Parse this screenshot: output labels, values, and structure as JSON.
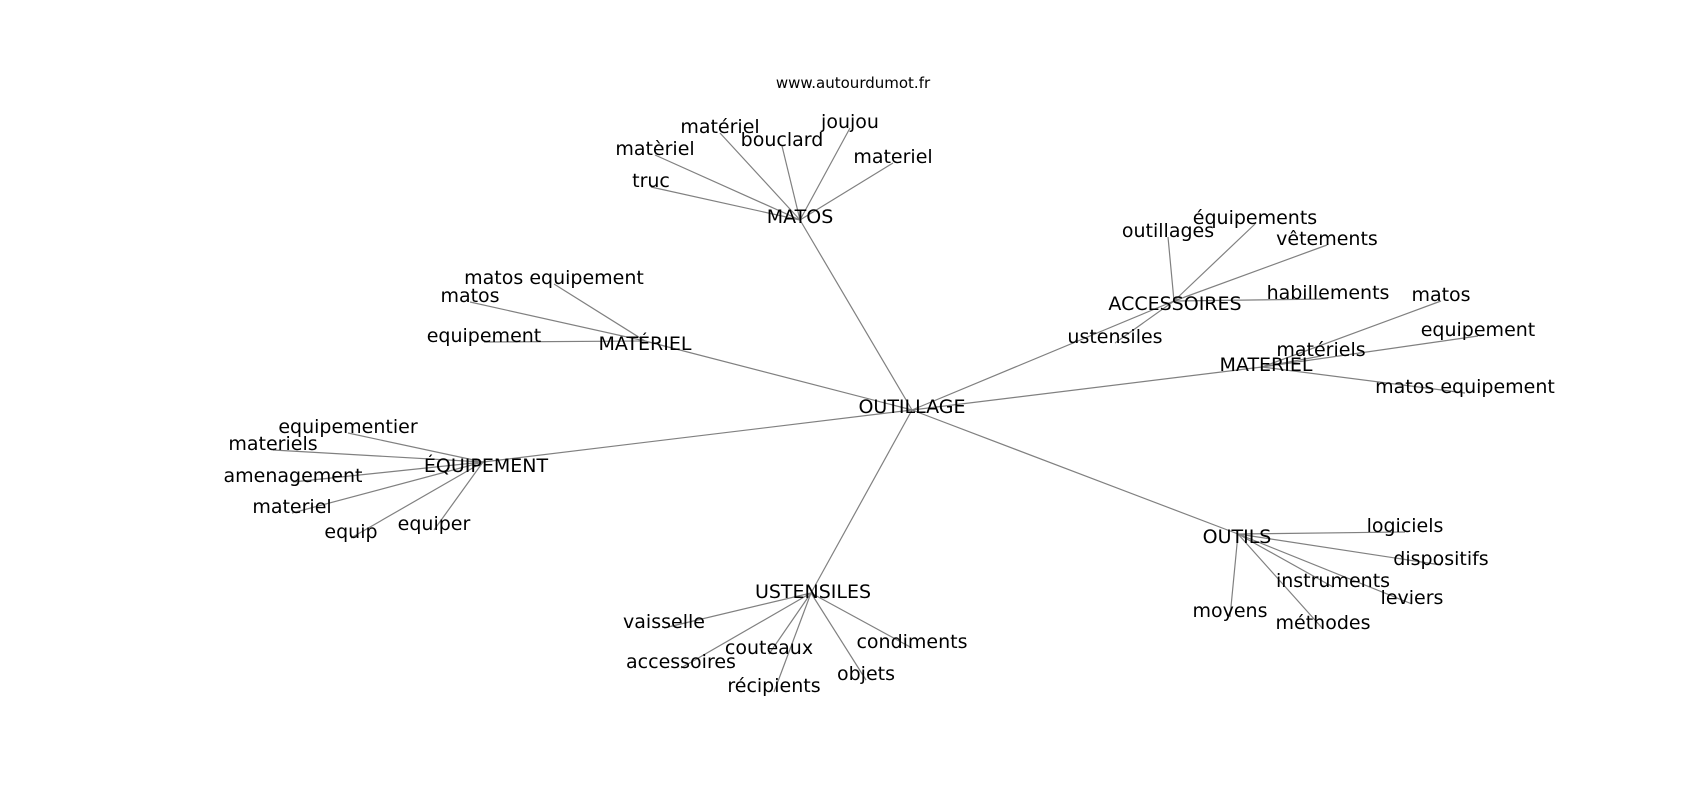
{
  "source": "www.autourdumot.fr",
  "graph": {
    "center": "OUTILLAGE",
    "groups": [
      {
        "label": "MATOS",
        "leaves": [
          "matériel",
          "bouclard",
          "joujou",
          "matèriel",
          "materiel",
          "truc"
        ]
      },
      {
        "label": "MATÉRIEL",
        "leaves": [
          "matos",
          "matos equipement",
          "equipement"
        ]
      },
      {
        "label": "ÉQUIPEMENT",
        "leaves": [
          "equipementier",
          "materiels",
          "amenagement",
          "materiel",
          "equip",
          "equiper"
        ]
      },
      {
        "label": "USTENSILES",
        "leaves": [
          "vaisselle",
          "accessoires",
          "couteaux",
          "récipients",
          "objets",
          "condiments"
        ]
      },
      {
        "label": "OUTILS",
        "leaves": [
          "logiciels",
          "dispositifs",
          "instruments",
          "leviers",
          "moyens",
          "méthodes"
        ]
      },
      {
        "label": "MATERIEL",
        "leaves": [
          "matos",
          "equipement",
          "matériels",
          "matos equipement"
        ]
      },
      {
        "label": "ACCESSOIRES",
        "leaves": [
          "outillages",
          "équipements",
          "vêtements",
          "habillements",
          "ustensiles"
        ]
      }
    ]
  }
}
